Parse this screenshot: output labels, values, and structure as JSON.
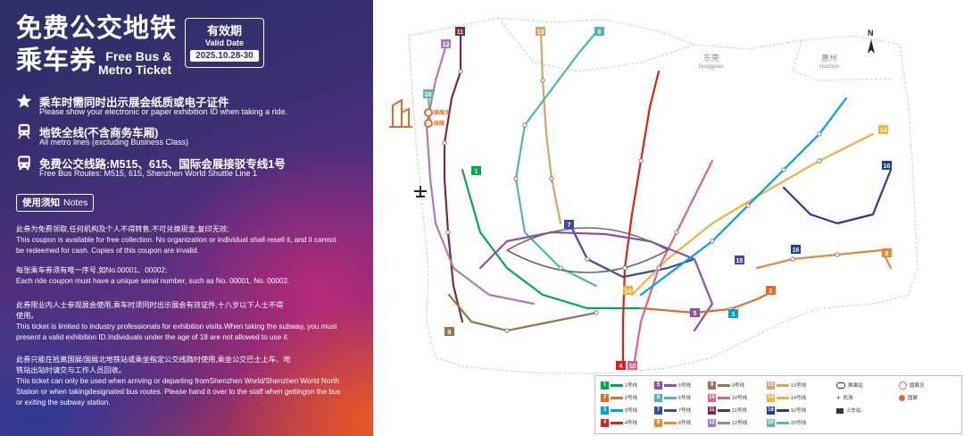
{
  "ticket": {
    "title_cn_line1": "免费公交地铁",
    "title_cn_line2": "乘车券",
    "title_en_line1": "Free Bus &",
    "title_en_line2": "Metro Ticket",
    "valid_cn": "有效期",
    "valid_en": "Valid Date",
    "valid_dates": "2025.10.28-30"
  },
  "rules": [
    {
      "icon": "star-icon",
      "cn": "乘车时需同时出示展会纸质或电子证件",
      "en": "Please show your electronic or paper exhibition ID when taking a ride."
    },
    {
      "icon": "metro-train-icon",
      "cn": "地铁全线(不含商务车厢)",
      "en": "All metro lines (excluding Business Class)"
    },
    {
      "icon": "bus-icon",
      "cn": "免费公交线路:M515、615、国际会展接驳专线1号",
      "en": "Free Bus Routes: M515, 615, Shenzhen World Shuttle Line 1"
    }
  ],
  "notes": {
    "label_cn": "使用须知",
    "label_en": "Notes",
    "p1_cn": "此券为免费领取,任何机构及个人不得转售,不可兑换现金,复印无效;",
    "p1_en_1": "This coupon is available for free collection. No organization or individual shall resell it, and it cannot",
    "p1_en_2": "be redeemed for cash. Copies of this coupon are invalid.",
    "p2_cn": "每张乘车券须有唯一序号,如No.00001、00002;",
    "p2_en": "Each ride coupon must have a unique serial number, such as No. 00001, No. 00002.",
    "p3_cn_1": "此券限业内人士参观展会使用,乘车时须同时出示展会有效证件,十八岁以下人士不得",
    "p3_cn_2": "使用。",
    "p3_en_1": "This ticket is limited to industry professionals for exhibition visits.When taking the subway, you must",
    "p3_en_2": "present a valid exhibition ID.Individuals under the age of 18 are not allowed to use it.",
    "p4_cn_1": "此券只能在抵离国展/国展北地铁站或乘坐指定公交线路时使用,乘坐公交巴士上车、地",
    "p4_cn_2": "铁站出站时请交与工作人员回收。",
    "p4_en_1": "This ticket can only be used when arriving or departing fromShenzhen World/Shenzhen World North",
    "p4_en_2": "Station or when takingdesignated bus routes. Please hand it over to the staff when gettingon the bus",
    "p4_en_3": "or exiting the subway station."
  },
  "map": {
    "region_dongguan_cn": "东莞",
    "region_dongguan_en": "Dongguan",
    "region_huizhou_cn": "惠州",
    "region_huizhou_en": "Huizhou",
    "compass_label": "N",
    "station_highlight_1": "国展北",
    "station_highlight_2": "国展",
    "line_badges": [
      "11",
      "13",
      "12",
      "20",
      "6",
      "1",
      "7",
      "9",
      "14",
      "4",
      "10",
      "5",
      "3",
      "2",
      "8",
      "16",
      "15",
      "14",
      "16"
    ],
    "colors": {
      "line1": "#00a94f",
      "line2": "#e06c2a",
      "line3": "#00a0de",
      "line4": "#d5231d",
      "line5": "#8c4fa3",
      "line6": "#4cb8ad",
      "line7": "#3a4ba0",
      "line8": "#e08a3c",
      "line9": "#8f7a4e",
      "line10": "#e55f8a",
      "line11": "#7b2a3d",
      "line12": "#a97bb8",
      "line13": "#d6a46a",
      "line14": "#f0b13e",
      "line16": "#1f3e8c",
      "line20": "#67b7a3",
      "highlight": "#e8682c"
    }
  },
  "legend": {
    "entries": [
      {
        "num": "1",
        "label": "1号线",
        "color": "#00a94f"
      },
      {
        "num": "2",
        "label": "2号线",
        "color": "#e06c2a"
      },
      {
        "num": "3",
        "label": "3号线",
        "color": "#00a0de"
      },
      {
        "num": "4",
        "label": "4号线",
        "color": "#d5231d"
      },
      {
        "num": "5",
        "label": "5号线",
        "color": "#8c4fa3"
      },
      {
        "num": "6",
        "label": "6号线",
        "color": "#4cb8ad"
      },
      {
        "num": "7",
        "label": "7号线",
        "color": "#3a4ba0"
      },
      {
        "num": "8",
        "label": "8号线",
        "color": "#e08a3c"
      },
      {
        "num": "9",
        "label": "9号线",
        "color": "#8f7a4e"
      },
      {
        "num": "10",
        "label": "10号线",
        "color": "#e55f8a"
      },
      {
        "num": "11",
        "label": "11号线",
        "color": "#7b2a3d"
      },
      {
        "num": "12",
        "label": "12号线",
        "color": "#a97bb8"
      },
      {
        "num": "13",
        "label": "13号线",
        "color": "#d6a46a"
      },
      {
        "num": "14",
        "label": "14号线",
        "color": "#f0b13e"
      },
      {
        "num": "16",
        "label": "16号线",
        "color": "#1f3e8c"
      },
      {
        "num": "20",
        "label": "20号线",
        "color": "#67b7a3"
      }
    ],
    "extra": [
      "换乘站",
      "机场",
      "火车站",
      "国展北",
      "国展"
    ]
  }
}
